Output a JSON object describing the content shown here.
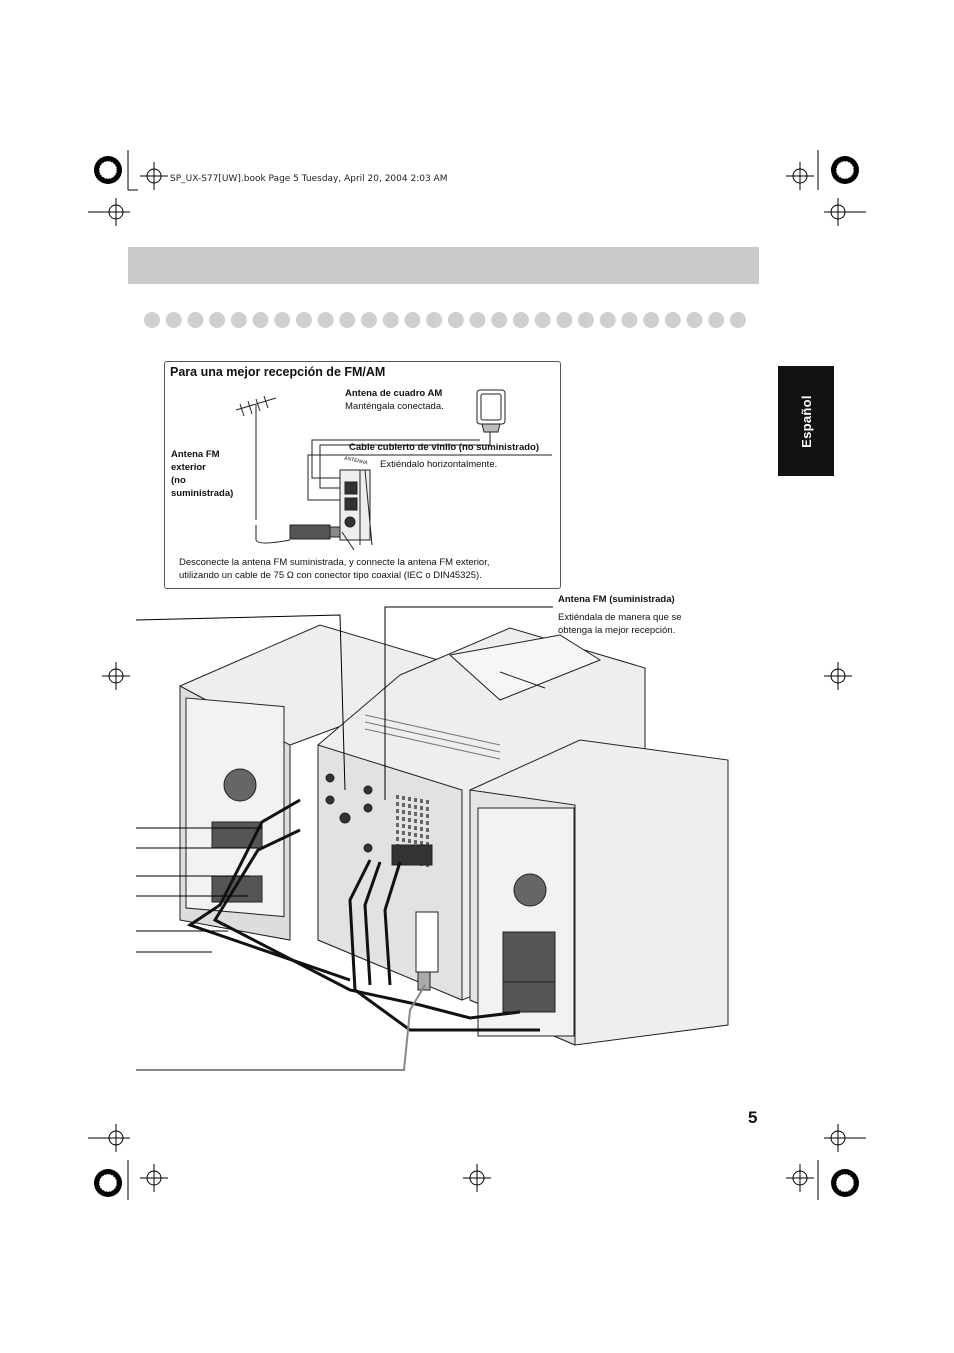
{
  "header": {
    "file_info": "SP_UX-S77[UW].book  Page 5  Tuesday, April 20, 2004  2:03 AM"
  },
  "language_tab": "Español",
  "inset": {
    "title": "Para una mejor recepción de FM/AM",
    "am_loop_title": "Antena de cuadro AM",
    "am_loop_text": "Manténgala conectada.",
    "vinyl_cable_title": "Cable cubierto de vinilo (no suministrado)",
    "vinyl_cable_text": "Extiéndalo horizontalmente.",
    "fm_outdoor_lines": [
      "Antena FM",
      "exterior",
      "(no",
      "suministrada)"
    ],
    "panel_label": "ANTENNA",
    "instruction_line1": "Desconecte la antena FM suministrada, y connecte la antena FM exterior,",
    "instruction_line2": "utilizando un cable de 75 Ω con conector tipo coaxial (IEC o DIN45325)."
  },
  "fm_supplied": {
    "title": "Antena FM (suministrada)",
    "text_line1": "Extiéndala de manera que se",
    "text_line2": "obtenga la mejor recepción."
  },
  "page_number": "5",
  "colors": {
    "band": "#c9c9c9",
    "dot": "#cfcfcf",
    "tab": "#111111",
    "device": "#eeeeee"
  }
}
